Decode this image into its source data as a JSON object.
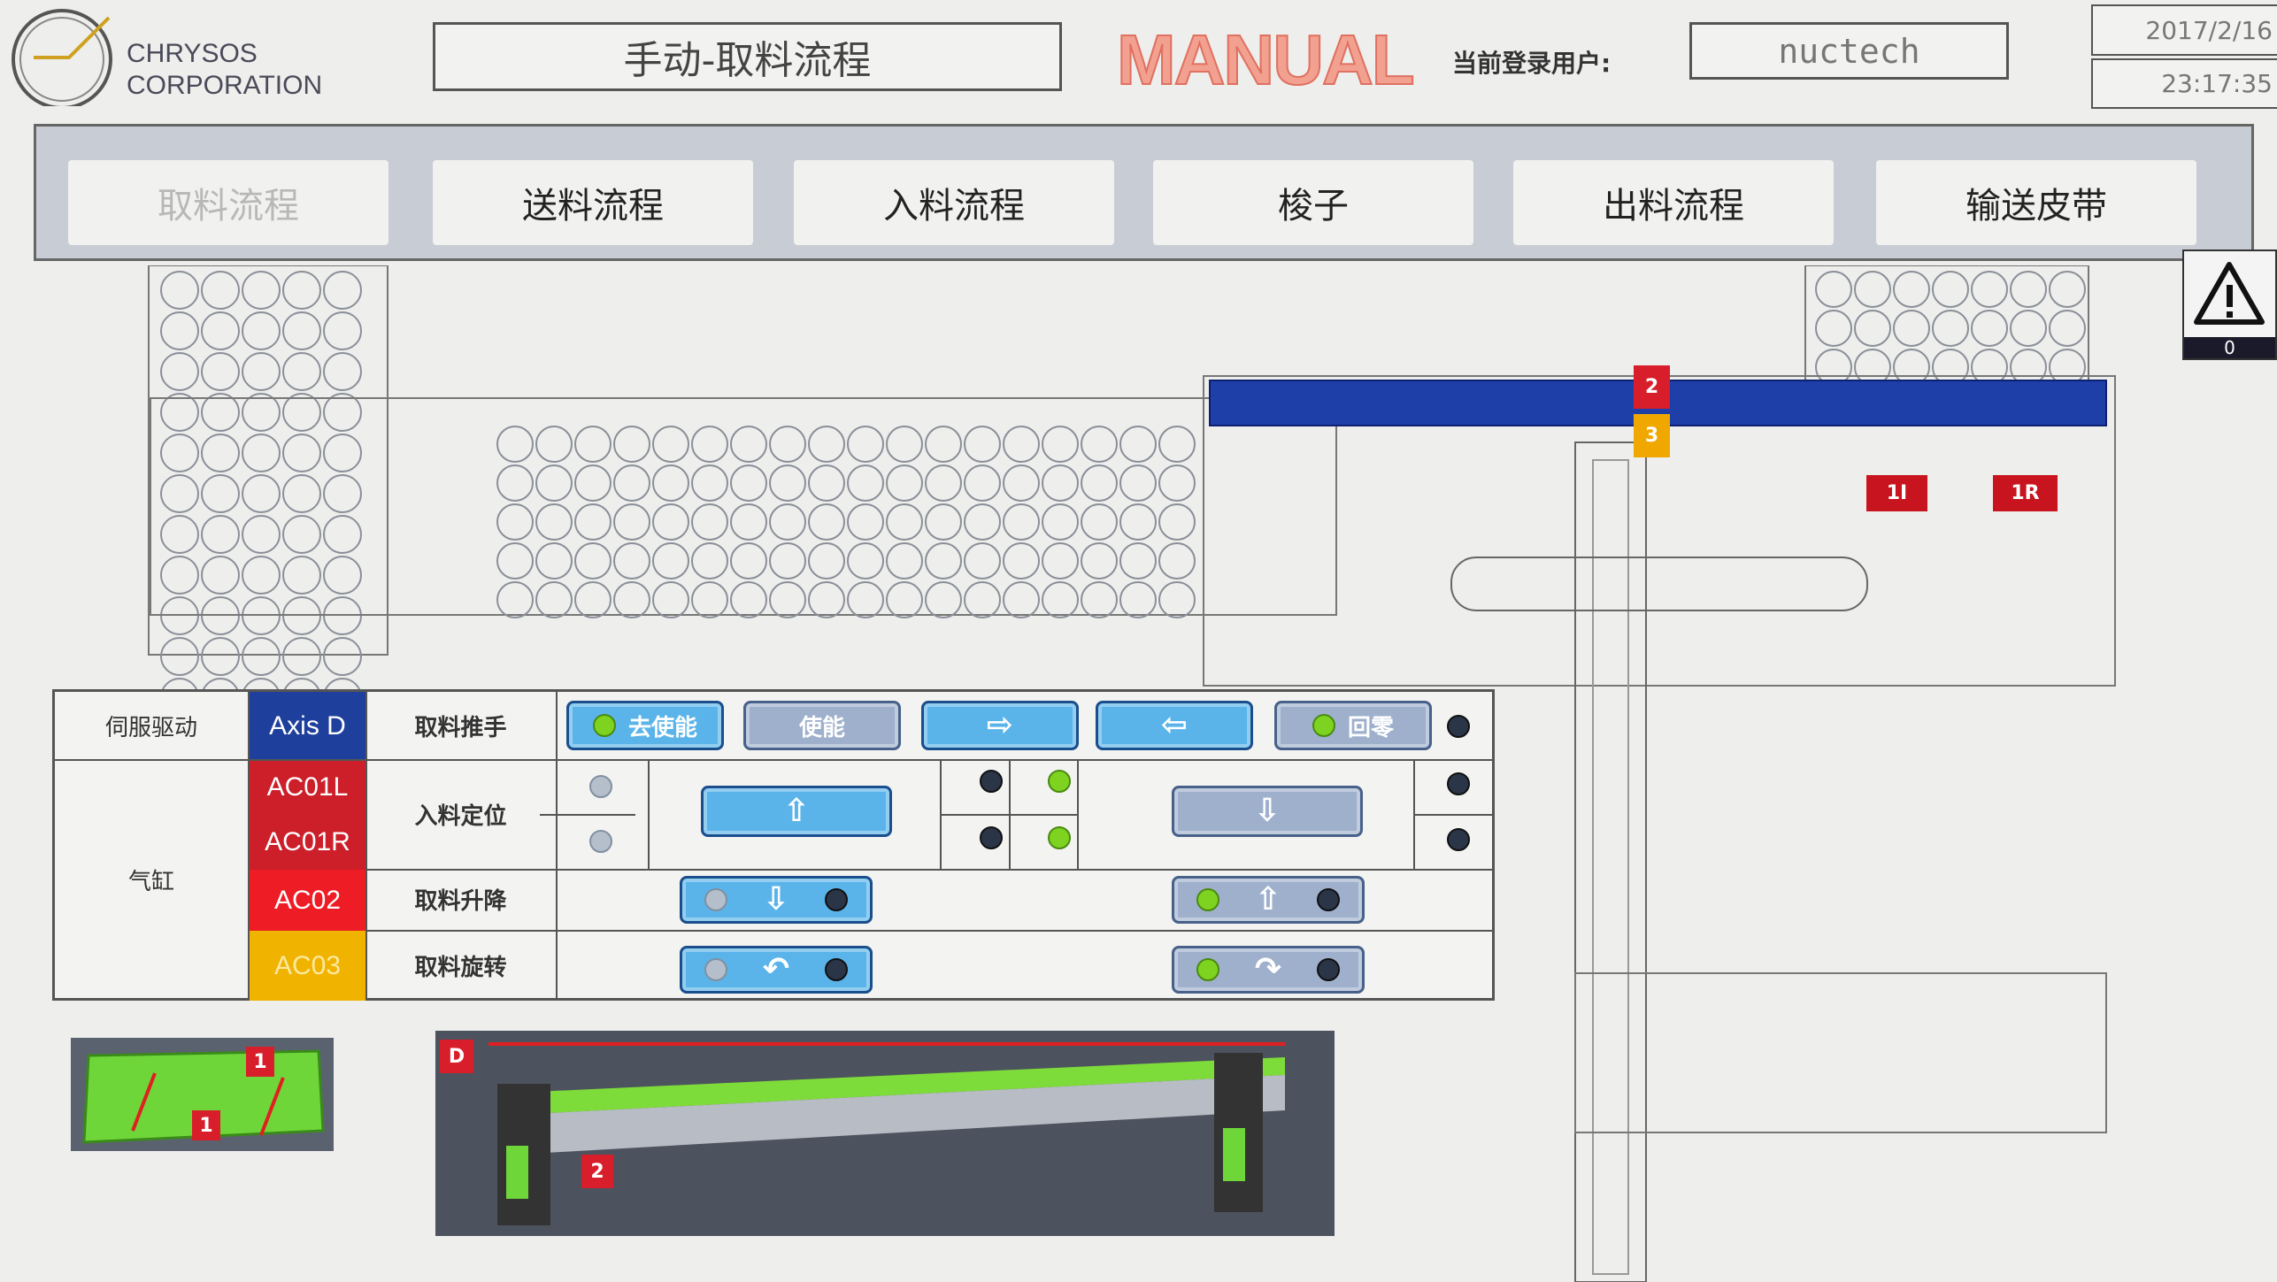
{
  "header": {
    "logo_line1": "CHRYSOS",
    "logo_line2": "CORPORATION",
    "screen_title": "手动-取料流程",
    "mode": "MANUAL",
    "user_label": "当前登录用户:",
    "user": "nuctech",
    "date": "2017/2/16",
    "time": "23:17:35"
  },
  "tabs": [
    {
      "label": "取料流程",
      "active": true
    },
    {
      "label": "送料流程"
    },
    {
      "label": "入料流程"
    },
    {
      "label": "梭子"
    },
    {
      "label": "出料流程"
    },
    {
      "label": "输送皮带"
    }
  ],
  "alert": {
    "count": "0"
  },
  "machine_tags": {
    "t2": "2",
    "t3": "3",
    "t1l": "1I",
    "t1r": "1R"
  },
  "control": {
    "servo_label": "伺服驱动",
    "cyl_label": "气缸",
    "rows": [
      {
        "code": "Axis D",
        "name": "取料推手",
        "color": "#1f3f9c"
      },
      {
        "code": "AC01L",
        "name": "入料定位",
        "color": "#cc1f2a"
      },
      {
        "code": "AC01R",
        "color": "#cc1f2a"
      },
      {
        "code": "AC02",
        "name": "取料升降",
        "color": "#ee1c24"
      },
      {
        "code": "AC03",
        "name": "取料旋转",
        "color": "#f0b400"
      }
    ],
    "buttons": {
      "disable": "去使能",
      "enable": "使能",
      "home": "回零"
    }
  },
  "images": {
    "img1_tag_a": "1",
    "img1_tag_b": "1",
    "img2_tag_d": "D",
    "img2_tag_2": "2"
  }
}
